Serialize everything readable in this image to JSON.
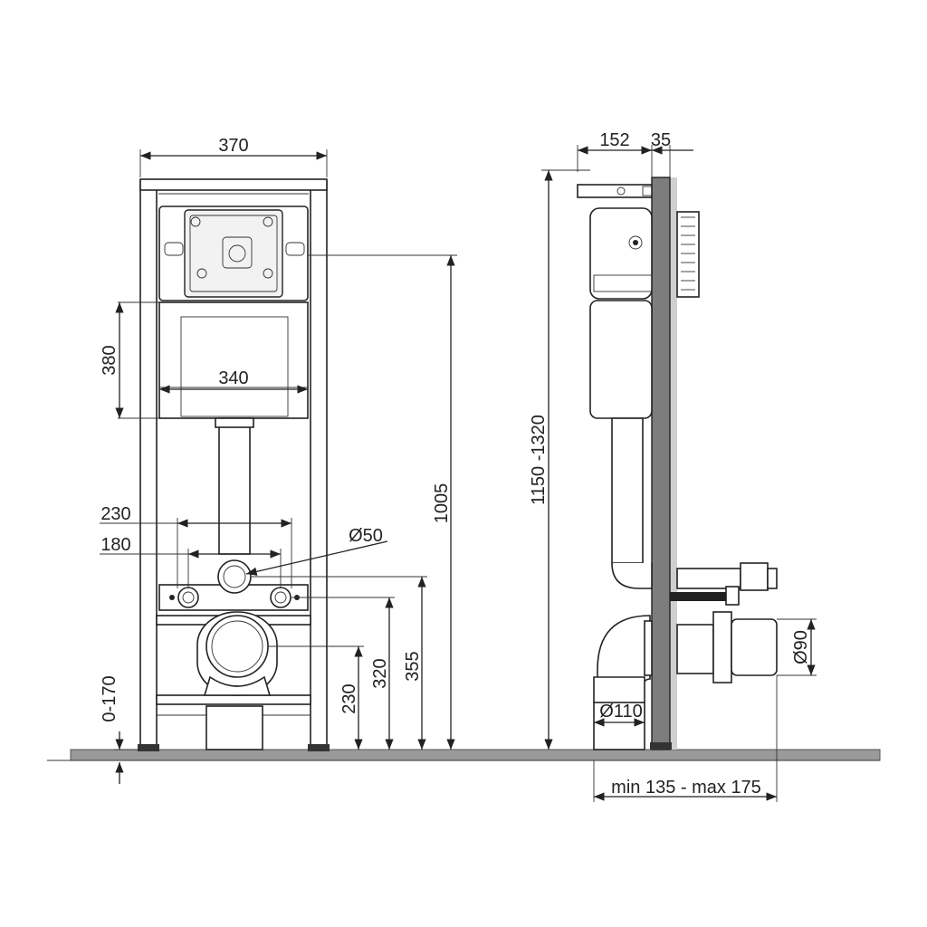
{
  "front": {
    "width_label": "370",
    "tank_width_label": "340",
    "tank_height_label": "380",
    "spacing_outer_label": "230",
    "spacing_inner_label": "180",
    "pipe_diameter_label": "Ø50",
    "flush_height_label": "1005",
    "h355_label": "355",
    "h320_label": "320",
    "h230_label": "230",
    "floor_adjust_label": "0-170"
  },
  "side": {
    "depth_label": "152",
    "wall_label": "35",
    "height_label": "1150 -1320",
    "outlet_label": "Ø90",
    "bend_label": "Ø110",
    "range_label": "min 135 - max 175"
  }
}
